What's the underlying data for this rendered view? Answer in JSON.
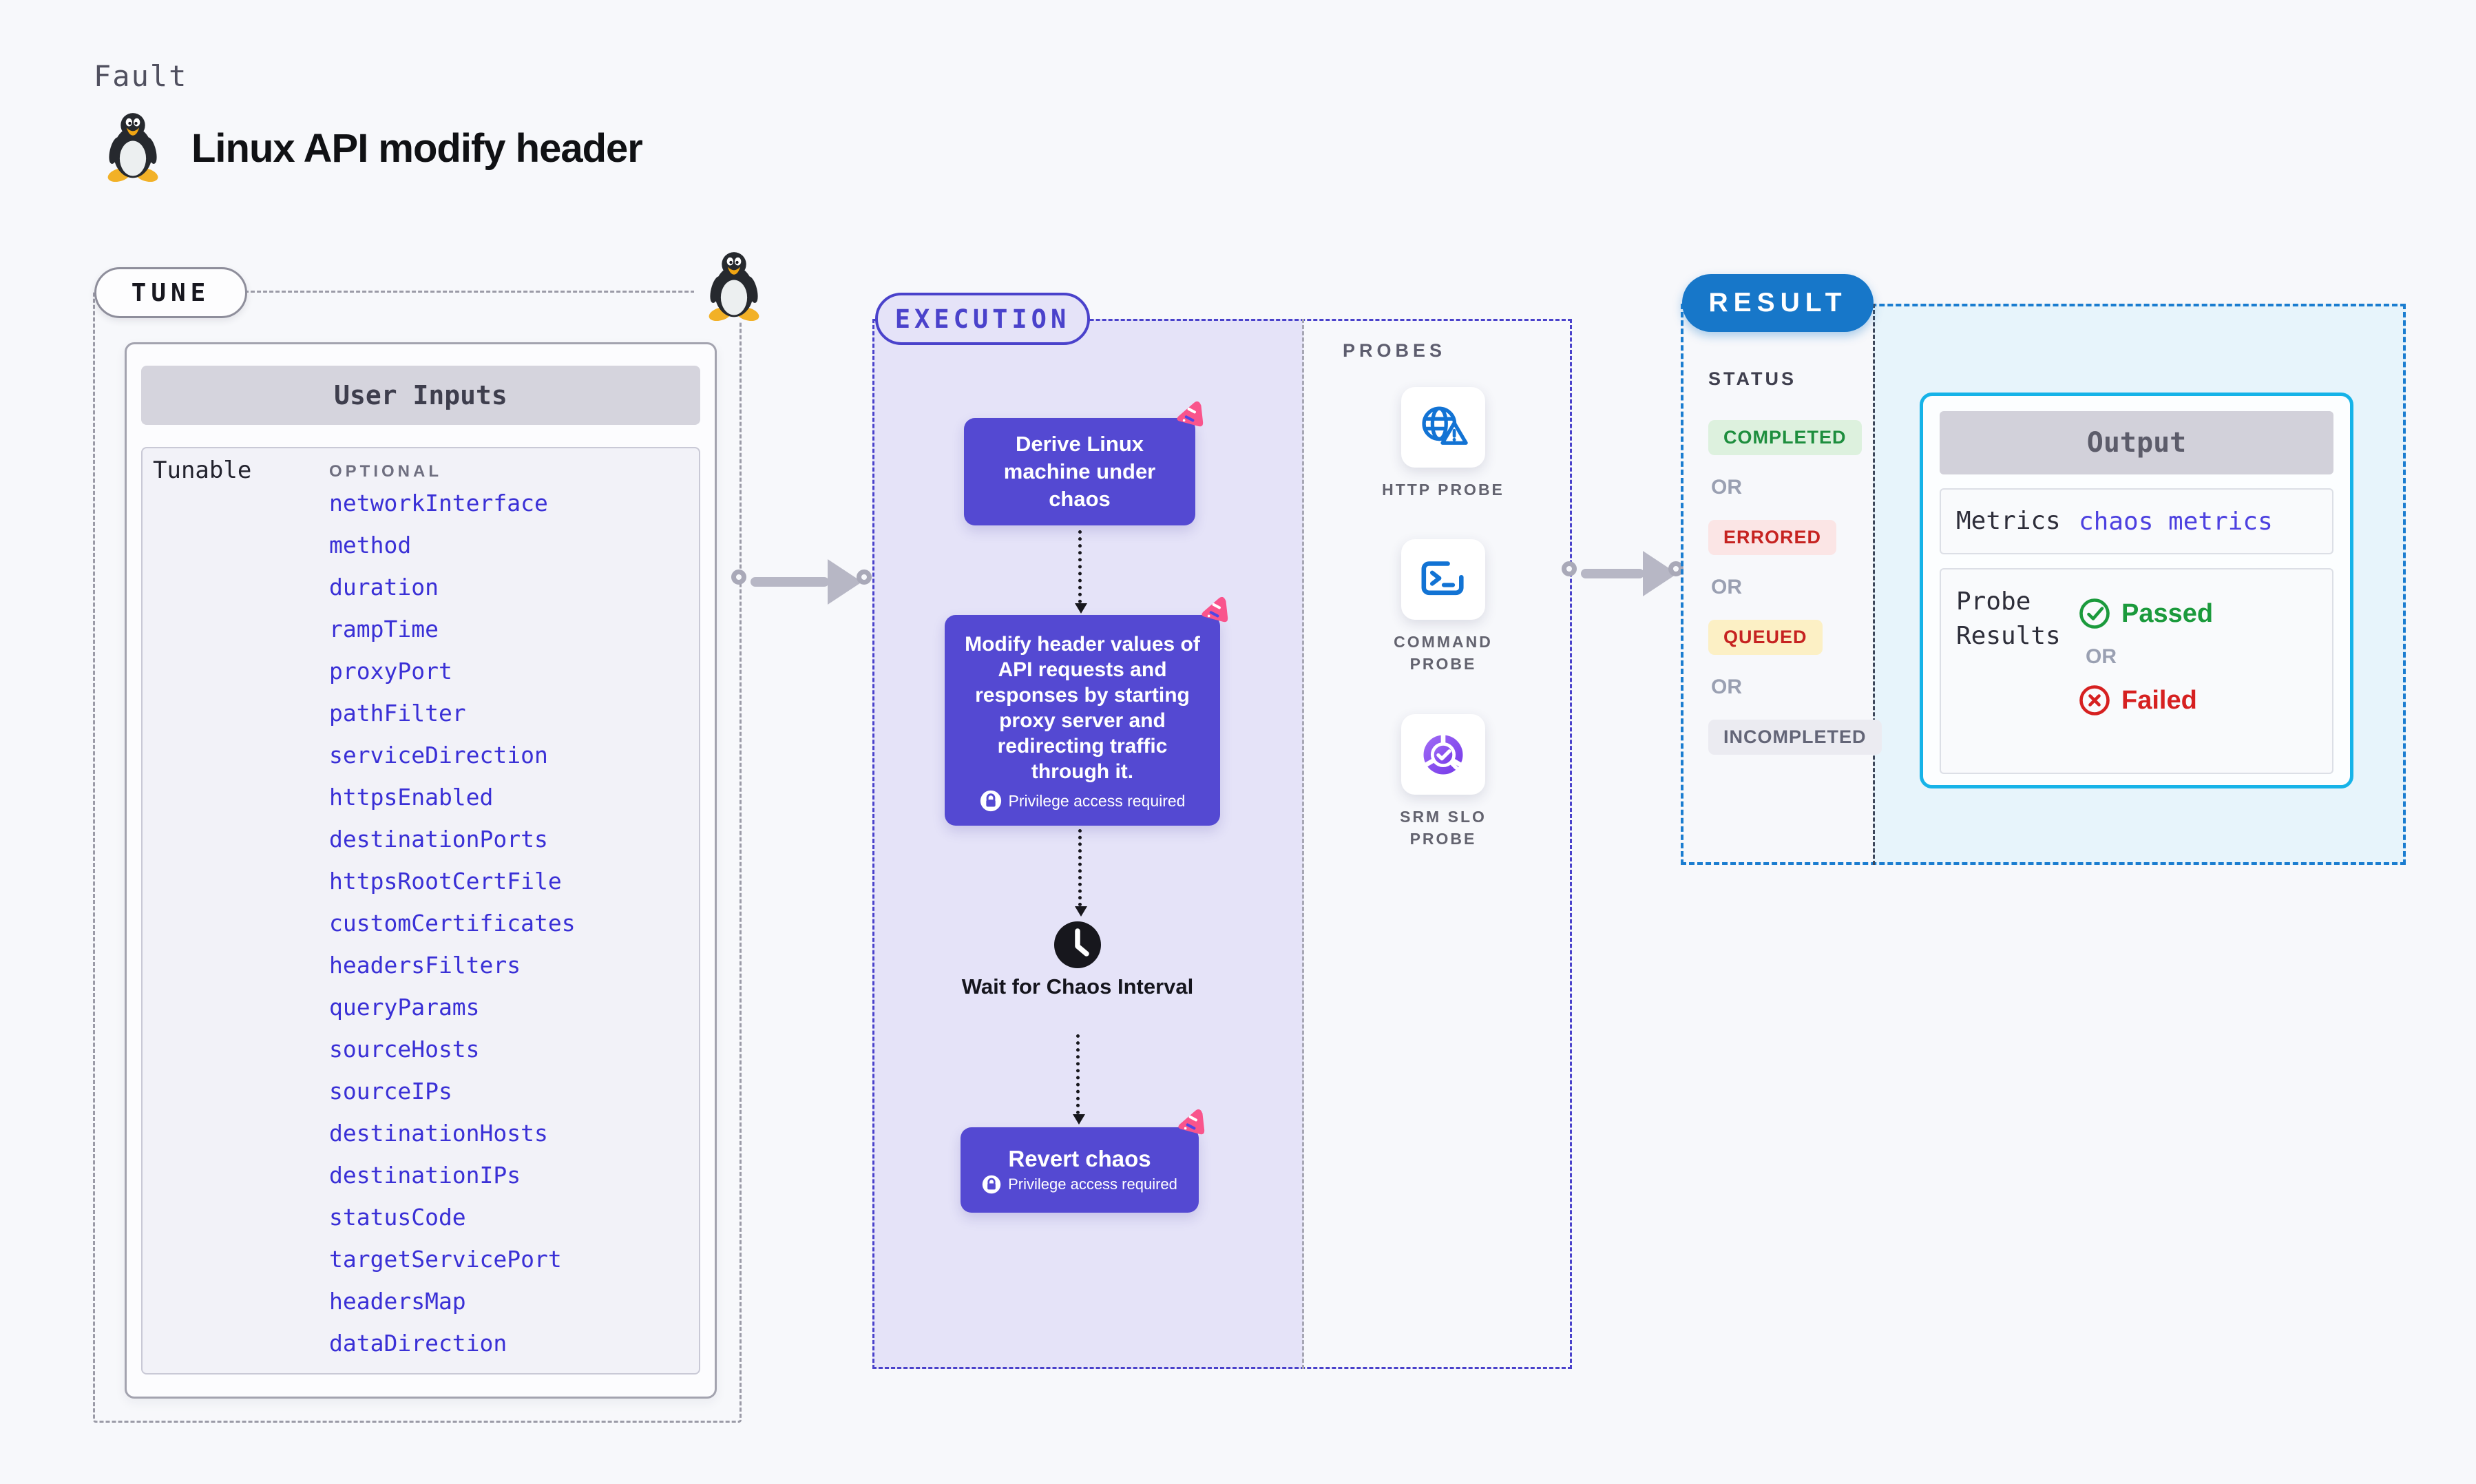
{
  "page": {
    "category_label": "Fault",
    "title": "Linux API modify header"
  },
  "colors": {
    "accent_indigo": "#4a42cb",
    "node_purple": "#5449d2",
    "result_blue": "#1777c9",
    "output_cyan": "#16b3e8",
    "chaos_pink": "#f9548c",
    "probe_blue": "#1273d4",
    "slo_purple": "#8b5cf6",
    "tunable_link": "#3a30d6",
    "passed_green": "#1b9a3c",
    "failed_red": "#d62020"
  },
  "tune": {
    "badge_label": "TUNE",
    "table_title": "User Inputs",
    "row_label": "Tunable",
    "column_label": "OPTIONAL",
    "tunables": [
      "networkInterface",
      "method",
      "duration",
      "rampTime",
      "proxyPort",
      "pathFilter",
      "serviceDirection",
      "httpsEnabled",
      "destinationPorts",
      "httpsRootCertFile",
      "customCertificates",
      "headersFilters",
      "queryParams",
      "sourceHosts",
      "sourceIPs",
      "destinationHosts",
      "destinationIPs",
      "statusCode",
      "targetServicePort",
      "headersMap",
      "dataDirection"
    ]
  },
  "execution": {
    "badge_label": "EXECUTION",
    "node1_label": "Derive Linux machine under chaos",
    "node2_label": "Modify header values of API requests and responses by starting proxy server and redirecting traffic through it.",
    "wait_label": "Wait for Chaos Interval",
    "revert_label": "Revert chaos",
    "privilege_label": "Privilege access required"
  },
  "probes": {
    "section_label": "PROBES",
    "items": [
      {
        "label": "HTTP PROBE",
        "icon": "globe-alert-icon"
      },
      {
        "label": "COMMAND PROBE",
        "icon": "terminal-icon"
      },
      {
        "label": "SRM SLO PROBE",
        "icon": "slo-donut-icon"
      }
    ]
  },
  "result": {
    "badge_label": "RESULT",
    "status_label": "STATUS",
    "or_label": "OR",
    "statuses": [
      {
        "label": "COMPLETED",
        "color": "#1e8e3e",
        "background": "#ddf1de"
      },
      {
        "label": "ERRORED",
        "color": "#c62321",
        "background": "#fbe5e5"
      },
      {
        "label": "QUEUED",
        "color": "#c62321",
        "background": "#fcf0c5"
      },
      {
        "label": "INCOMPLETED",
        "color": "#636577",
        "background": "#ebebf1"
      }
    ],
    "output": {
      "title": "Output",
      "metrics_label": "Metrics",
      "metrics_value": "chaos metrics",
      "probe_results_label": "Probe Results",
      "passed_label": "Passed",
      "or_label": "OR",
      "failed_label": "Failed"
    }
  }
}
